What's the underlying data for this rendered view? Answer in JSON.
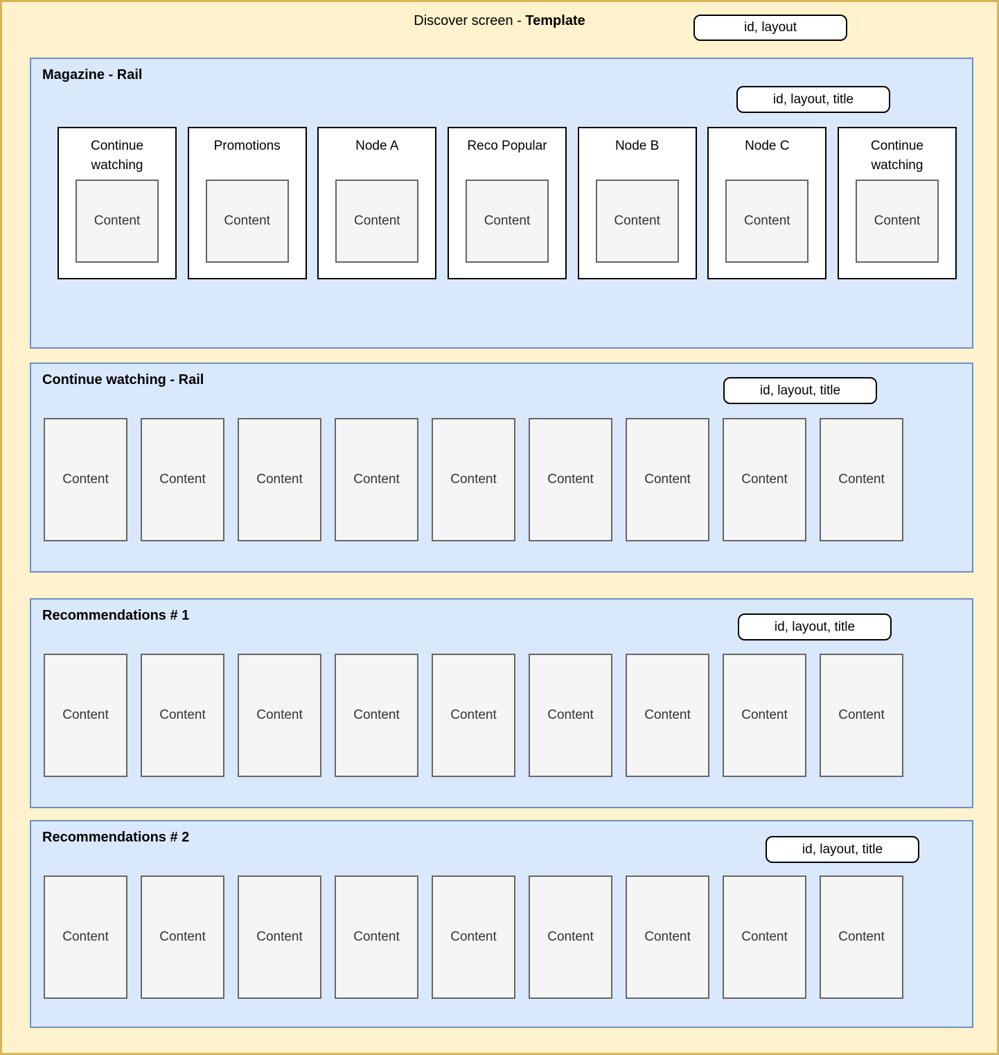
{
  "header": {
    "title_prefix": "Discover screen - ",
    "title_bold": "Template",
    "badge": "id, layout"
  },
  "sections": [
    {
      "title": "Magazine - Rail",
      "badge": "id, layout, title",
      "cards": [
        {
          "label": "Continue watching",
          "content": "Content"
        },
        {
          "label": "Promotions",
          "content": "Content"
        },
        {
          "label": "Node A",
          "content": "Content"
        },
        {
          "label": "Reco Popular",
          "content": "Content"
        },
        {
          "label": "Node B",
          "content": "Content"
        },
        {
          "label": "Node C",
          "content": "Content"
        },
        {
          "label": "Continue watching",
          "content": "Content"
        }
      ]
    },
    {
      "title": "Continue watching - Rail",
      "badge": "id, layout, title",
      "boxes": [
        "Content",
        "Content",
        "Content",
        "Content",
        "Content",
        "Content",
        "Content",
        "Content",
        "Content"
      ]
    },
    {
      "title": "Recommendations # 1",
      "badge": "id, layout, title",
      "boxes": [
        "Content",
        "Content",
        "Content",
        "Content",
        "Content",
        "Content",
        "Content",
        "Content",
        "Content"
      ]
    },
    {
      "title": "Recommendations # 2",
      "badge": "id, layout, title",
      "boxes": [
        "Content",
        "Content",
        "Content",
        "Content",
        "Content",
        "Content",
        "Content",
        "Content",
        "Content"
      ]
    }
  ],
  "colors": {
    "canvas_bg": "#FFF2CC",
    "canvas_border": "#D6B656",
    "section_bg": "#DAE8FC",
    "section_border": "#6C8EBF",
    "card_bg": "#FFFFFF",
    "card_border": "#000000",
    "content_bg": "#F5F5F5",
    "content_border": "#666666"
  }
}
